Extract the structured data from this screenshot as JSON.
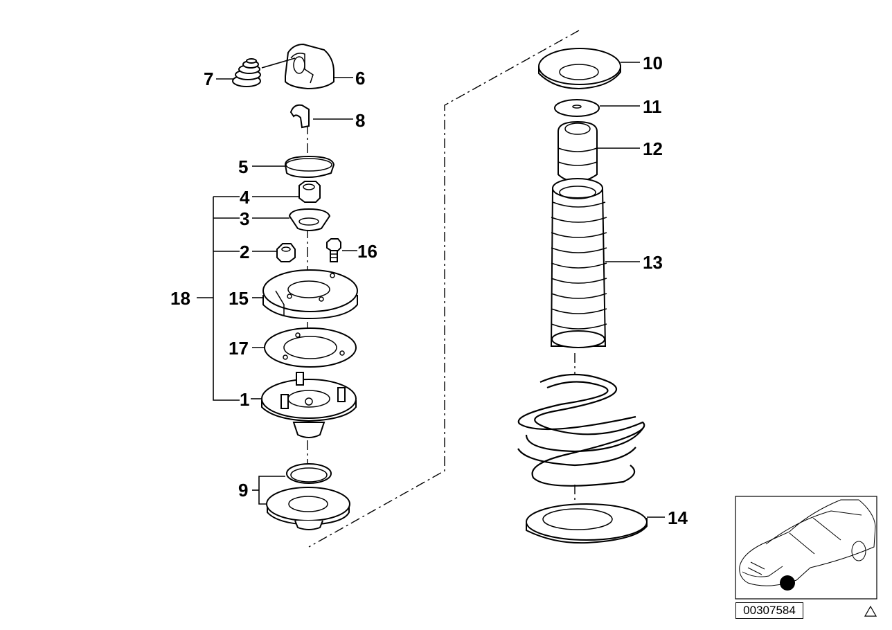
{
  "callouts": {
    "c1": "1",
    "c2": "2",
    "c3": "3",
    "c4": "4",
    "c5": "5",
    "c6": "6",
    "c7": "7",
    "c8": "8",
    "c9": "9",
    "c10": "10",
    "c11": "11",
    "c12": "12",
    "c13": "13",
    "c14": "14",
    "c15": "15",
    "c16": "16",
    "c17": "17",
    "c18": "18"
  },
  "diagram_code": "00307584"
}
